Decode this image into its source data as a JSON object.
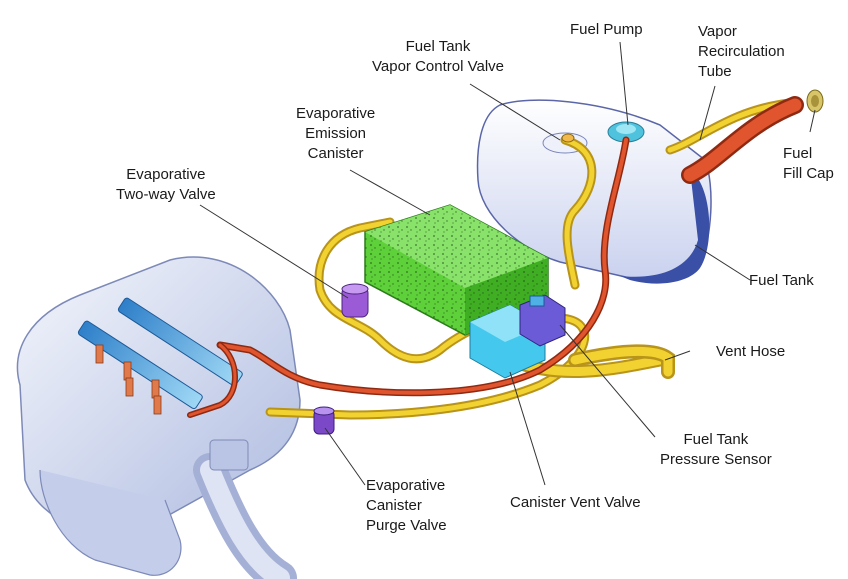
{
  "labels": {
    "fuel_tank_vapor_control_valve": [
      "Fuel Tank",
      "Vapor Control Valve"
    ],
    "fuel_pump": [
      "Fuel Pump"
    ],
    "vapor_recirculation_tube": [
      "Vapor",
      "Recirculation",
      "Tube"
    ],
    "evaporative_emission_canister": [
      "Evaporative",
      "Emission",
      "Canister"
    ],
    "fuel_fill_cap": [
      "Fuel",
      "Fill Cap"
    ],
    "evaporative_two_way_valve": [
      "Evaporative",
      "Two-way Valve"
    ],
    "fuel_tank": [
      "Fuel Tank"
    ],
    "vent_hose": [
      "Vent Hose"
    ],
    "fuel_tank_pressure_sensor": [
      "Fuel Tank",
      "Pressure Sensor"
    ],
    "evaporative_canister_purge_valve": [
      "Evaporative",
      "Canister",
      "Purge Valve"
    ],
    "canister_vent_valve": [
      "Canister Vent Valve"
    ]
  },
  "colors": {
    "vapor_line": "#f2d230",
    "fuel_line": "#e0542e",
    "canister": "#5ed13a",
    "tank": "#e4e8f6",
    "engine": "#cdd6ee",
    "valve": "#9b5ad6",
    "vent_valve": "#45c8ee"
  }
}
